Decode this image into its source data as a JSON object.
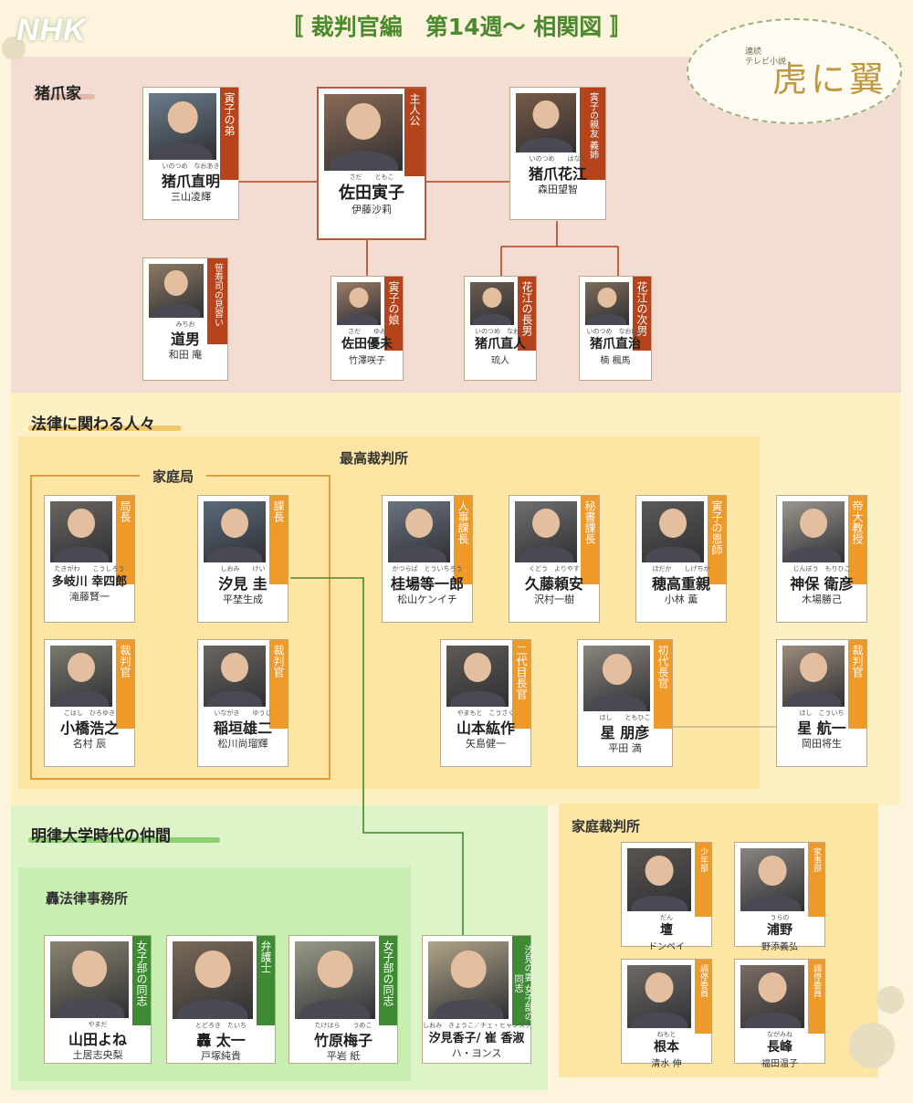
{
  "header": {
    "logo": "NHK",
    "title": "〚 裁判官編　第14週〜 相関図 〛",
    "brand_sub": "連続\nテレビ小説",
    "brand_name": "虎に翼"
  },
  "colors": {
    "family_bg": "#f3ddd2",
    "family_tag": "#b5431b",
    "law_bg": "#fdf0c2",
    "court_bg": "#fde6a4",
    "law_tag": "#ee9a2a",
    "univ_bg": "#ddf4c8",
    "univ_tag": "#3e8b33",
    "link_green": "#3f8a2b"
  },
  "sections": {
    "family": "猪爪家",
    "law": "法律に関わる人々",
    "supreme": "最高裁判所",
    "home_office": "家庭局",
    "univ": "明律大学時代の仲間",
    "todoroki": "轟法律事務所",
    "family_court": "家庭裁判所"
  },
  "people": [
    {
      "id": "naoaki",
      "tag": "寅子の弟",
      "ruby": "いのつめ　なおあき",
      "name": "猪爪直明",
      "actor": "三山凌輝"
    },
    {
      "id": "tomoko",
      "tag": "主人公",
      "ruby": "さだ　　ともこ",
      "name": "佐田寅子",
      "actor": "伊藤沙莉"
    },
    {
      "id": "hanae",
      "tag": "寅子の親友 義姉",
      "ruby": "いのつめ　　はなえ",
      "name": "猪爪花江",
      "actor": "森田望智"
    },
    {
      "id": "michio",
      "tag": "笹寿司の見習い",
      "ruby": "みちお",
      "name": "道男",
      "actor": "和田 庵"
    },
    {
      "id": "yumi",
      "tag": "寅子の娘",
      "ruby": "さだ　　ゆみ",
      "name": "佐田優未",
      "actor": "竹澤咲子"
    },
    {
      "id": "naoto",
      "tag": "花江の長男",
      "ruby": "いのつめ　なおと",
      "name": "猪爪直人",
      "actor": "琉人"
    },
    {
      "id": "naoji",
      "tag": "花江の次男",
      "ruby": "いのつめ　なおはる",
      "name": "猪爪直治",
      "actor": "楠 楓馬"
    },
    {
      "id": "takigawa",
      "tag": "局長",
      "ruby": "たきがわ　　こうしろう",
      "name": "多岐川 幸四郎",
      "actor": "滝藤賢一"
    },
    {
      "id": "shiomi",
      "tag": "課長",
      "ruby": "しおみ　　けい",
      "name": "汐見 圭",
      "actor": "平埜生成"
    },
    {
      "id": "kohashi",
      "tag": "裁判官",
      "ruby": "こはし　ひろゆき",
      "name": "小橋浩之",
      "actor": "名村 辰"
    },
    {
      "id": "inagaki",
      "tag": "裁判官",
      "ruby": "いながき　　ゆうじ",
      "name": "稲垣雄二",
      "actor": "松川尚瑠輝"
    },
    {
      "id": "katsuraba",
      "tag": "人事課長",
      "ruby": "かつらば　とういちろう",
      "name": "桂場等一郎",
      "actor": "松山ケンイチ"
    },
    {
      "id": "kudo",
      "tag": "秘書課長",
      "ruby": "くどう　よりやす",
      "name": "久藤頼安",
      "actor": "沢村一樹"
    },
    {
      "id": "hodaka",
      "tag": "寅子の恩師",
      "ruby": "ほだか　　しげちか",
      "name": "穂高重親",
      "actor": "小林 薫"
    },
    {
      "id": "jinbo",
      "tag": "帝大教授",
      "ruby": "じんぼう　もりひこ",
      "name": "神保 衛彦",
      "actor": "木場勝己"
    },
    {
      "id": "yamamoto",
      "tag": "二代目長官",
      "ruby": "やまもと　こうさく",
      "name": "山本紘作",
      "actor": "矢島健一"
    },
    {
      "id": "hoshi_t",
      "tag": "初代長官",
      "ruby": "ほし　　ともひこ",
      "name": "星 朋彦",
      "actor": "平田 満"
    },
    {
      "id": "hoshi_k",
      "tag": "裁判官",
      "ruby": "ほし　こういち",
      "name": "星 航一",
      "actor": "岡田将生"
    },
    {
      "id": "yone",
      "tag": "女子部の同志",
      "ruby": "やまだ",
      "name": "山田よね",
      "actor": "土居志央梨"
    },
    {
      "id": "todoroki",
      "tag": "弁護士",
      "ruby": "とどろき　たいち",
      "name": "轟 太一",
      "actor": "戸塚純貴"
    },
    {
      "id": "umeko",
      "tag": "女子部の同志",
      "ruby": "たけはら　　うめこ",
      "name": "竹原梅子",
      "actor": "平岩 紙"
    },
    {
      "id": "kaoruko",
      "tag": "汐見の妻 女子部の同志",
      "ruby": "しおみ　きょうこ／チェ・ヒャンスク",
      "name": "汐見香子/ 崔 香淑",
      "actor": "ハ・ヨンス"
    },
    {
      "id": "dan",
      "tag": "少年部",
      "ruby": "だん",
      "name": "壇",
      "actor": "ドンペイ"
    },
    {
      "id": "urano",
      "tag": "家事部",
      "ruby": "うらの",
      "name": "浦野",
      "actor": "野添義弘"
    },
    {
      "id": "nemoto",
      "tag": "調停委員",
      "ruby": "ねもと",
      "name": "根本",
      "actor": "清水 伸"
    },
    {
      "id": "nagamine",
      "tag": "調停委員",
      "ruby": "ながみね",
      "name": "長峰",
      "actor": "福田温子"
    }
  ]
}
